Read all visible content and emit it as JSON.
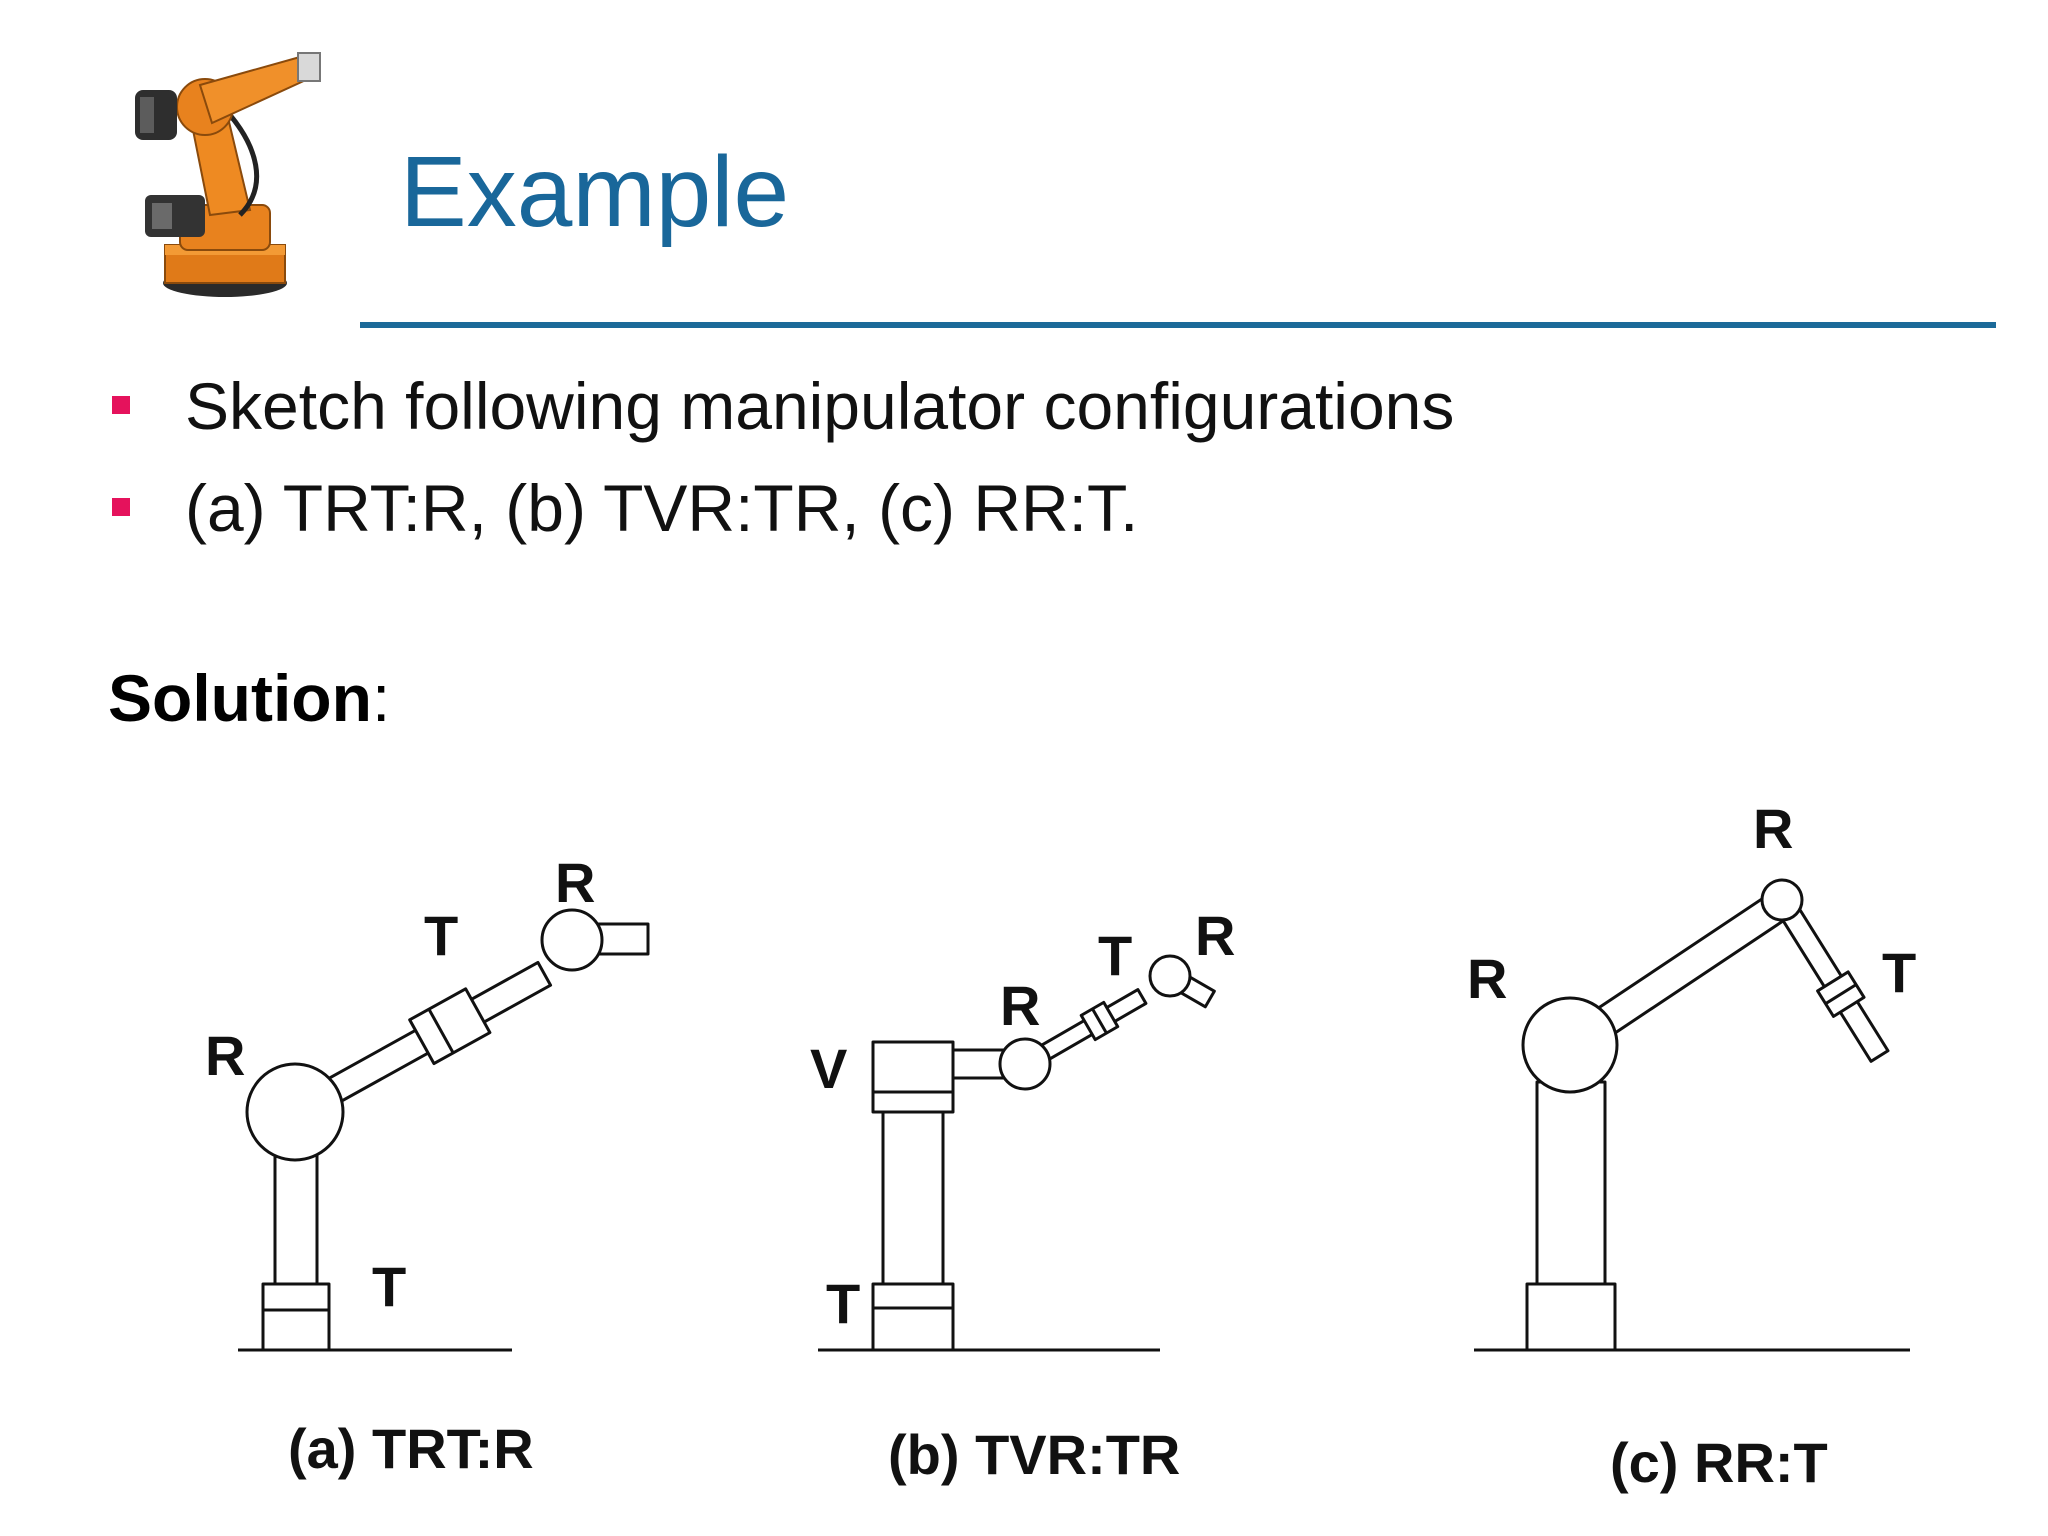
{
  "slide": {
    "title": "Example",
    "bullets": [
      "Sketch following manipulator configurations",
      "(a) TRT:R, (b) TVR:TR, (c) RR:T."
    ],
    "solution_label": "Solution",
    "solution_colon": ":"
  },
  "colors": {
    "title": "#19679a",
    "rule": "#1c6a99",
    "bullet_mark": "#e5125c",
    "robot_orange": "#e8821e"
  },
  "icons": [
    "industrial-robot-arm-photo"
  ],
  "diagrams": [
    {
      "caption": "(a) TRT:R",
      "joints": {
        "base": "T",
        "shoulder": "R",
        "arm": "T",
        "wrist": "R"
      }
    },
    {
      "caption": "(b) TVR:TR",
      "joints": {
        "base": "T",
        "column": "V",
        "elbow": "R",
        "forearm": "T",
        "wrist": "R"
      }
    },
    {
      "caption": "(c) RR:T",
      "joints": {
        "shoulder": "R",
        "elbow": "R",
        "forearm": "T"
      }
    }
  ]
}
